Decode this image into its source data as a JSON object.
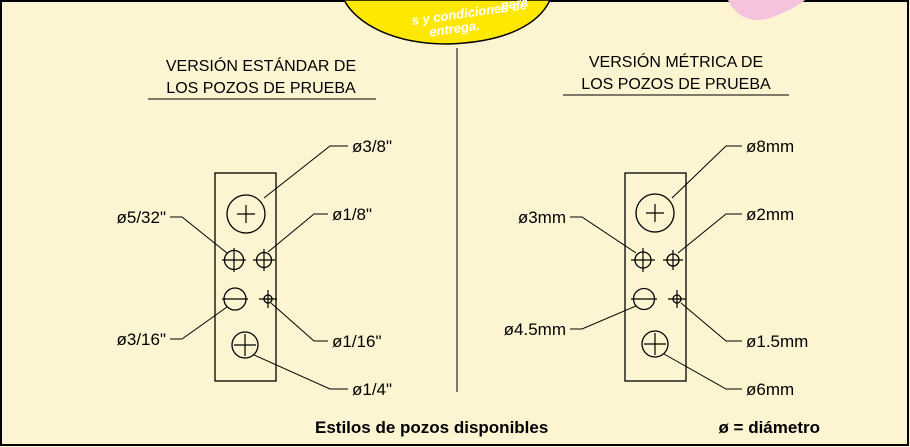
{
  "badge": {
    "lines": [
      "para",
      "s y condiciones de",
      "entrega."
    ]
  },
  "standard": {
    "title_line1": "VERSIÓN ESTÁNDAR DE",
    "title_line2": "LOS POZOS DE PRUEBA",
    "labels": {
      "top": "ø3/8\"",
      "left_upper": "ø5/32\"",
      "right_upper": "ø1/8\"",
      "left_lower": "ø3/16\"",
      "right_lower": "ø1/16\"",
      "bottom": "ø1/4\""
    }
  },
  "metric": {
    "title_line1": "VERSIÓN MÉTRICA DE",
    "title_line2": "LOS POZOS DE PRUEBA",
    "labels": {
      "top": "ø8mm",
      "left_upper": "ø3mm",
      "right_upper": "ø2mm",
      "left_lower": "ø4.5mm",
      "right_lower": "ø1.5mm",
      "bottom": "ø6mm"
    }
  },
  "footer": {
    "caption": "Estilos de pozos disponibles",
    "legend": "ø = diámetro"
  },
  "colors": {
    "background": "#fdf4d2",
    "border": "#000000",
    "badge_fill": "#ffe800",
    "badge_text": "#ffffff",
    "accent_pink": "#f7c2dc"
  }
}
